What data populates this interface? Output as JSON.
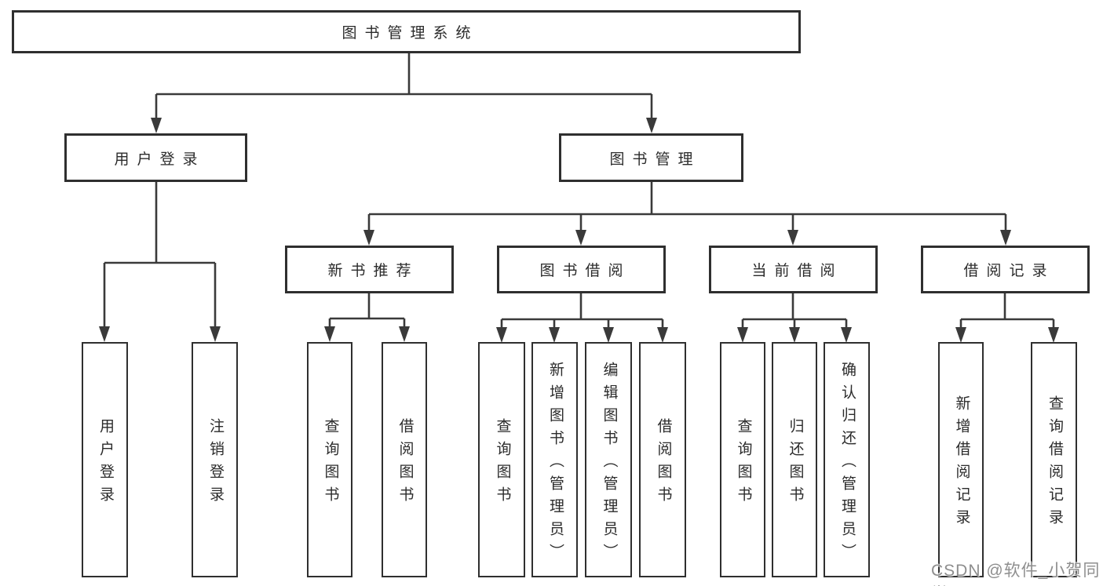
{
  "diagram_type": "hierarchy-tree",
  "colors": {
    "background": "#ffffff",
    "box_border": "#2f2f2f",
    "connector_line": "#3a3a3a",
    "text": "#2b2b2b",
    "watermark": "#8e8e8e"
  },
  "watermark": "CSDN @软件_小贺同学",
  "hierarchy": {
    "label": "图书管理系统",
    "children": [
      {
        "label": "用户登录",
        "children": [
          {
            "label": "用户登录"
          },
          {
            "label": "注销登录"
          }
        ]
      },
      {
        "label": "图书管理",
        "children": [
          {
            "label": "新书推荐",
            "children": [
              {
                "label": "查询图书"
              },
              {
                "label": "借阅图书"
              }
            ]
          },
          {
            "label": "图书借阅",
            "children": [
              {
                "label": "查询图书"
              },
              {
                "label": "新增图书（管理员）"
              },
              {
                "label": "编辑图书（管理员）"
              },
              {
                "label": "借阅图书"
              }
            ]
          },
          {
            "label": "当前借阅",
            "children": [
              {
                "label": "查询图书"
              },
              {
                "label": "归还图书"
              },
              {
                "label": "确认归还（管理员）"
              }
            ]
          },
          {
            "label": "借阅记录",
            "children": [
              {
                "label": "新增借阅记录"
              },
              {
                "label": "查询借阅记录"
              }
            ]
          }
        ]
      }
    ]
  }
}
